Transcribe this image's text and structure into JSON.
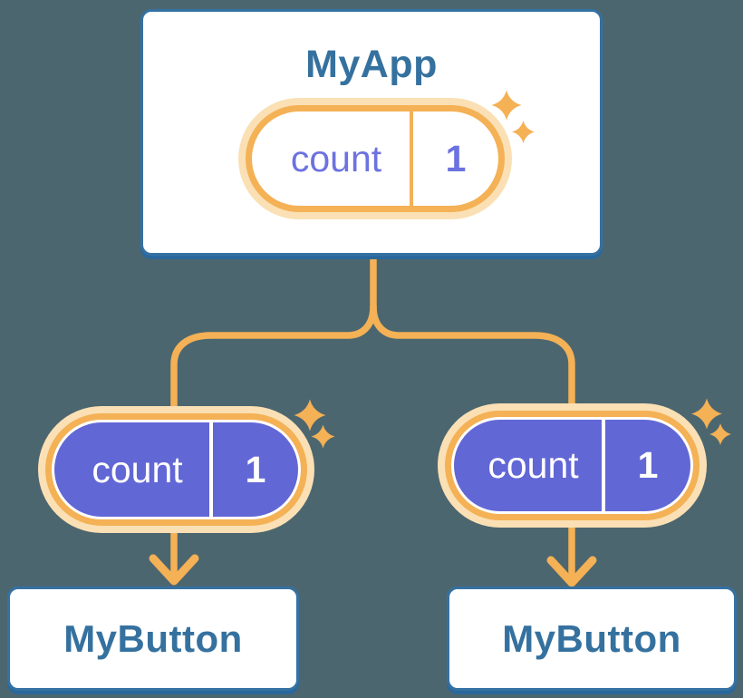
{
  "diagram": {
    "root": {
      "title": "MyApp",
      "state": {
        "name": "count",
        "value": "1"
      }
    },
    "children": [
      {
        "title": "MyButton",
        "state": {
          "name": "count",
          "value": "1"
        }
      },
      {
        "title": "MyButton",
        "state": {
          "name": "count",
          "value": "1"
        }
      }
    ],
    "icons": {
      "sparkle": "four-point-star-sparkle"
    },
    "colors": {
      "background": "#4C666F",
      "card_border": "#3571A3",
      "card_shadow": "#2A689C",
      "title_text": "#35719F",
      "orange": "#F4B155",
      "orange_glow": "#FAE0B4",
      "purple": "#6267D6",
      "purple_text": "#6C72DF",
      "white": "#FFFFFF"
    }
  }
}
